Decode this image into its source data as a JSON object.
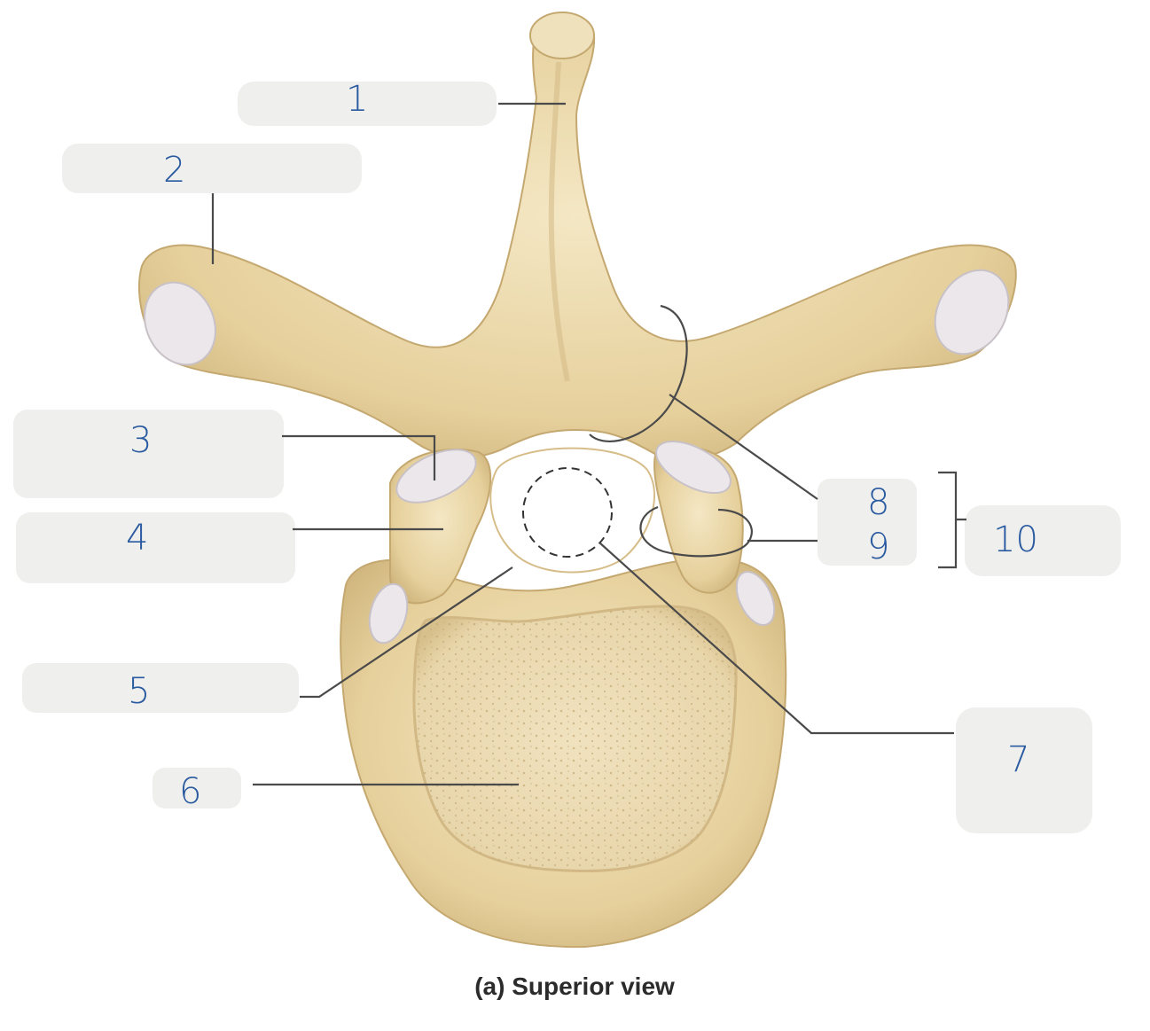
{
  "labels": {
    "l1": "1",
    "l2": "2",
    "l3": "3",
    "l4": "4",
    "l5": "5",
    "l6": "6",
    "l7": "7",
    "l8": "8",
    "l9": "9",
    "l10": "10"
  },
  "caption": "(a) Superior view",
  "colors": {
    "bone": "#e8d5a6",
    "bone_shadow": "#c9b07c",
    "facet": "#e9e7ea",
    "label_pad": "#efefed",
    "handwriting": "#2a5aa0",
    "leader": "#4a4a4a"
  }
}
